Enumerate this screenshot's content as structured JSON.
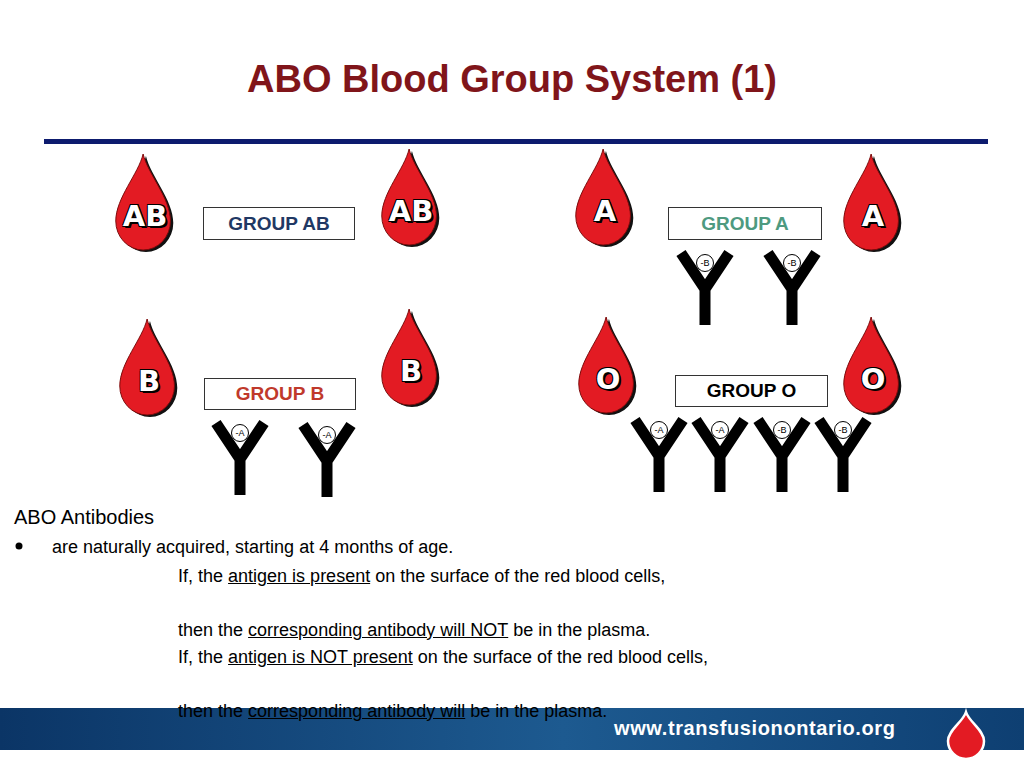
{
  "diagram": {
    "title": "ABO Blood Group System (1)",
    "nodes": [
      {
        "text": [
          "AB"
        ]
      },
      {
        "text": [
          "GROUP AB"
        ]
      },
      {
        "text": [
          "AB"
        ]
      },
      {
        "text": [
          "A"
        ]
      },
      {
        "text": [
          "GROUP A"
        ]
      },
      {
        "text": [
          "A"
        ]
      },
      {
        "text": [
          "-B"
        ]
      },
      {
        "text": [
          "-B"
        ]
      },
      {
        "text": [
          "B"
        ]
      },
      {
        "text": [
          "GROUP B"
        ]
      },
      {
        "text": [
          "B"
        ]
      },
      {
        "text": [
          "O"
        ]
      },
      {
        "text": [
          "GROUP O"
        ]
      },
      {
        "text": [
          "O"
        ]
      },
      {
        "text": [
          "-A"
        ]
      },
      {
        "text": [
          "-A"
        ]
      },
      {
        "text": [
          "-A"
        ]
      },
      {
        "text": [
          "-A"
        ]
      },
      {
        "text": [
          "-B"
        ]
      },
      {
        "text": [
          "-B"
        ]
      },
      {
        "text": [
          "www.transfusionontario.org"
        ]
      }
    ],
    "labels": [
      "ABO Antibodies",
      "are naturally acquired, starting at 4 months of age.",
      "If, the",
      "antigen is present",
      "on the surface of the red blood cells,",
      "then the",
      "corresponding antibody will NOT",
      "be in the plasma.",
      "If, the",
      "antigen is NOT present",
      "on the surface of the red blood cells,",
      "then the",
      "corresponding antibody will",
      "be in the plasma."
    ]
  }
}
